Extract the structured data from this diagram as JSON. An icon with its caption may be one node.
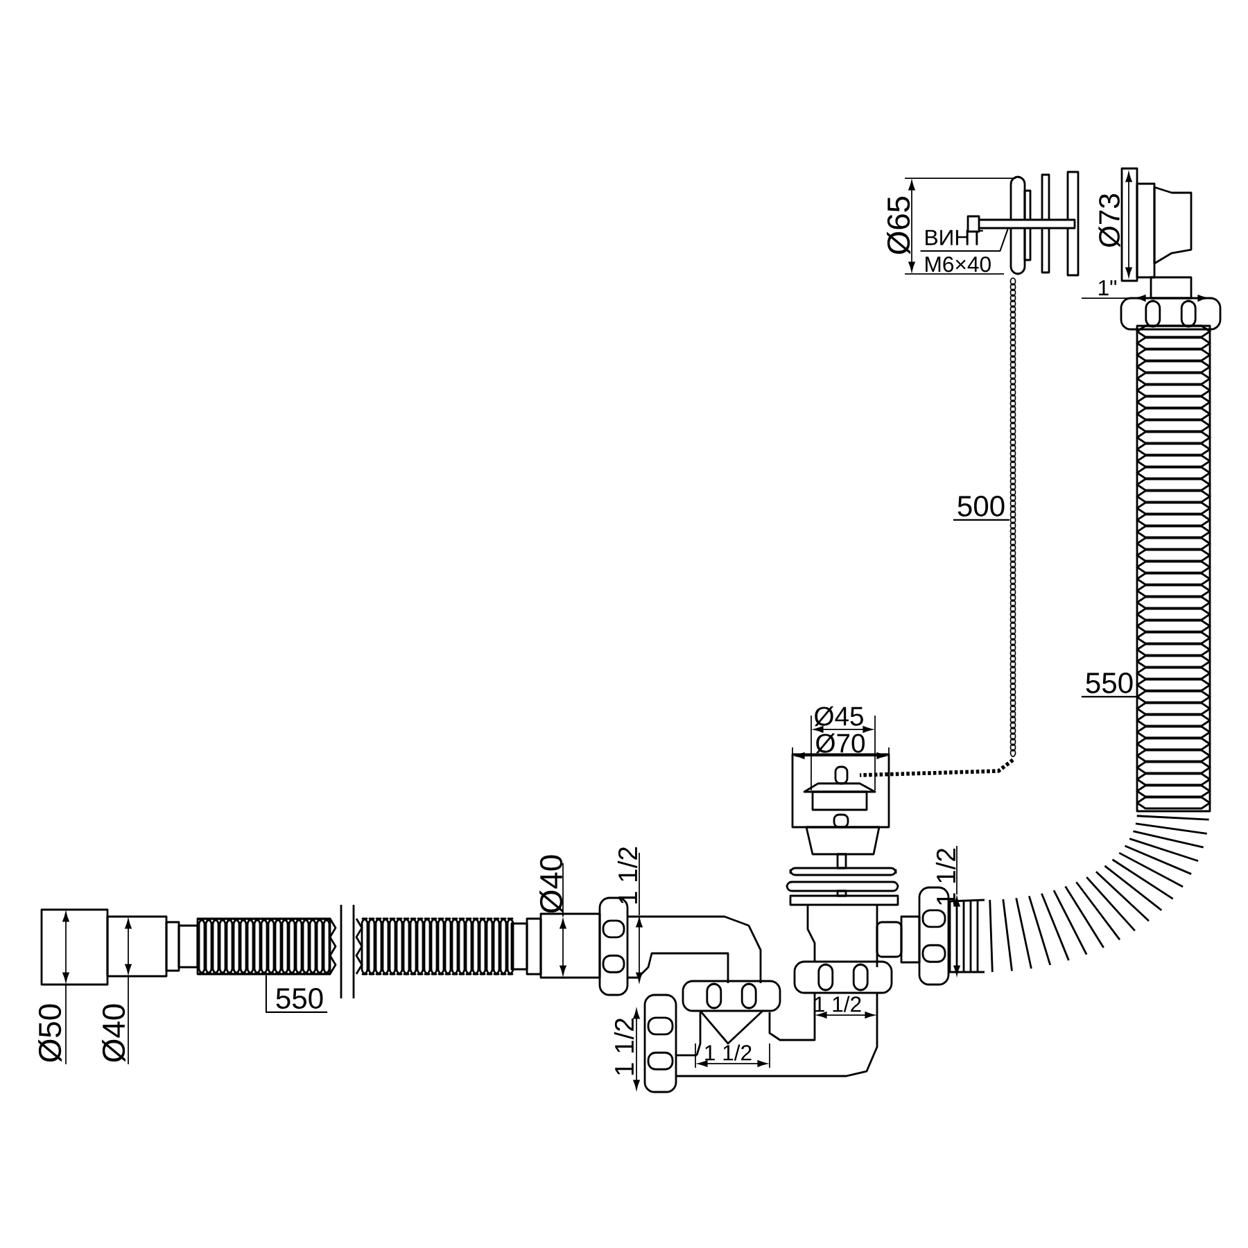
{
  "diagram": {
    "nodes": [
      {
        "text": [
          "ВИНТ M6×40"
        ]
      },
      {
        "text": [],
        "shape": "picture"
      },
      {
        "text": [
          "500"
        ]
      },
      {
        "text": [],
        "shape": "picture"
      },
      {
        "text": [
          "550"
        ]
      },
      {
        "text": [],
        "shape": "picture"
      },
      {
        "text": [
          "550"
        ]
      },
      {
        "text": [],
        "shape": "picture"
      }
    ],
    "edges": [
      {
        "from": 0,
        "to": 1,
        "arrow": "none"
      },
      {
        "from": 2,
        "to": 3,
        "arrow": "none"
      },
      {
        "from": 4,
        "to": 5,
        "arrow": "none"
      },
      {
        "from": 6,
        "to": 7,
        "arrow": "none"
      }
    ],
    "labels": [
      "Ø65",
      "Ø73",
      "1\"",
      "Ø45",
      "Ø70",
      "Ø40",
      "1 1/2",
      "1 1/2",
      "Ø50",
      "Ø40",
      "1 1/2",
      "1 1/2",
      "1 1/2"
    ]
  }
}
